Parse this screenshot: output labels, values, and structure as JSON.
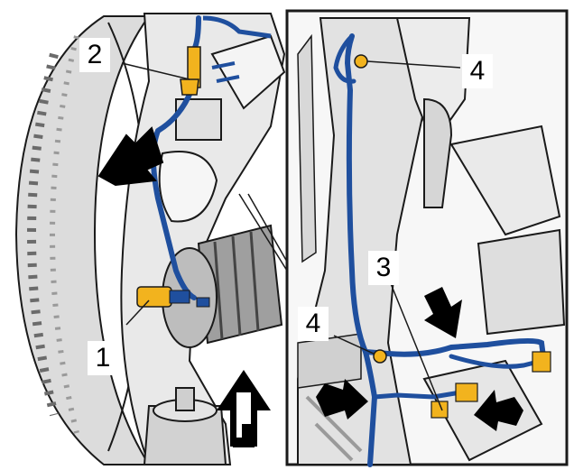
{
  "colors": {
    "background": "#ffffff",
    "part_light": "#ececec",
    "part_mid": "#c9c9c9",
    "part_dark": "#8a8a8a",
    "outline": "#1a1a1a",
    "brake_line_blue": "#1f4f9e",
    "connector_yellow": "#f2b31e",
    "arrow_black": "#000000"
  },
  "callouts": {
    "c1": "1",
    "c2": "2",
    "c3": "3",
    "c4_top": "4",
    "c4_bottom": "4"
  },
  "icons": {
    "arrow": "black-block-arrow-icon",
    "front_indicator": "vehicle-front-direction-arrow-icon"
  }
}
